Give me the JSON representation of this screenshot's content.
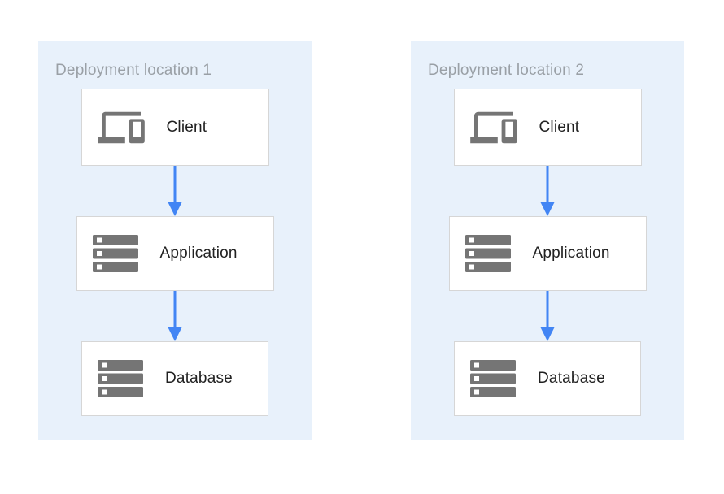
{
  "diagram": {
    "panels": [
      {
        "title": "Deployment location 1",
        "nodes": [
          {
            "label": "Client",
            "icon": "devices-icon"
          },
          {
            "label": "Application",
            "icon": "server-stack-icon"
          },
          {
            "label": "Database",
            "icon": "server-stack-icon"
          }
        ]
      },
      {
        "title": "Deployment location 2",
        "nodes": [
          {
            "label": "Client",
            "icon": "devices-icon"
          },
          {
            "label": "Application",
            "icon": "server-stack-icon"
          },
          {
            "label": "Database",
            "icon": "server-stack-icon"
          }
        ]
      }
    ],
    "connections": [
      {
        "from": "Client",
        "to": "Application",
        "type": "arrow-down"
      },
      {
        "from": "Application",
        "to": "Database",
        "type": "arrow-down"
      }
    ],
    "colors": {
      "panel_background": "#e8f1fb",
      "node_background": "#ffffff",
      "node_border": "#d6d6d6",
      "icon_gray": "#757575",
      "title_gray": "#9aa0a6",
      "label_dark": "#212121",
      "arrow_blue": "#4285f4"
    }
  }
}
